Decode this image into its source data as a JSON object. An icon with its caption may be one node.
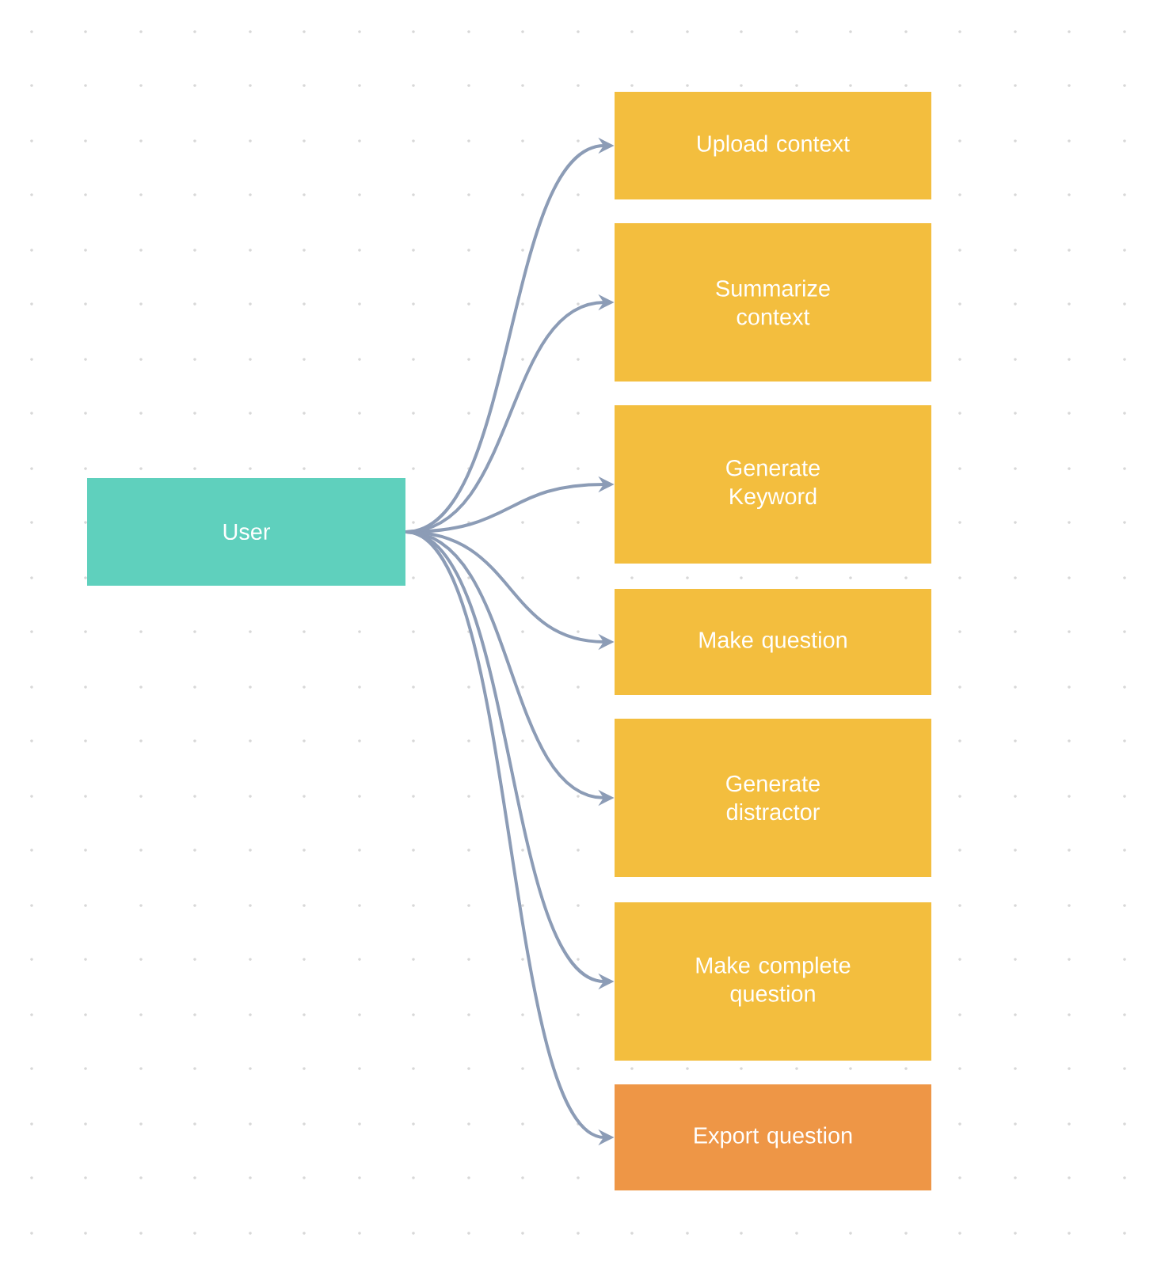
{
  "diagram": {
    "nodes": [
      {
        "text": [
          "User"
        ]
      },
      {
        "text": [
          "Upload context"
        ]
      },
      {
        "text": [
          "Summarize context"
        ]
      },
      {
        "text": [
          "Generate Keyword"
        ]
      },
      {
        "text": [
          "Make question"
        ]
      },
      {
        "text": [
          "Generate distractor"
        ]
      },
      {
        "text": [
          "Make complete question"
        ]
      },
      {
        "text": [
          "Export question"
        ]
      }
    ],
    "edges": [
      {
        "from": 0,
        "to": 1,
        "arrow": "to"
      },
      {
        "from": 0,
        "to": 2,
        "arrow": "to"
      },
      {
        "from": 0,
        "to": 3,
        "arrow": "to"
      },
      {
        "from": 0,
        "to": 4,
        "arrow": "to"
      },
      {
        "from": 0,
        "to": 5,
        "arrow": "to"
      },
      {
        "from": 0,
        "to": 6,
        "arrow": "to"
      },
      {
        "from": 0,
        "to": 7,
        "arrow": "to"
      }
    ]
  }
}
